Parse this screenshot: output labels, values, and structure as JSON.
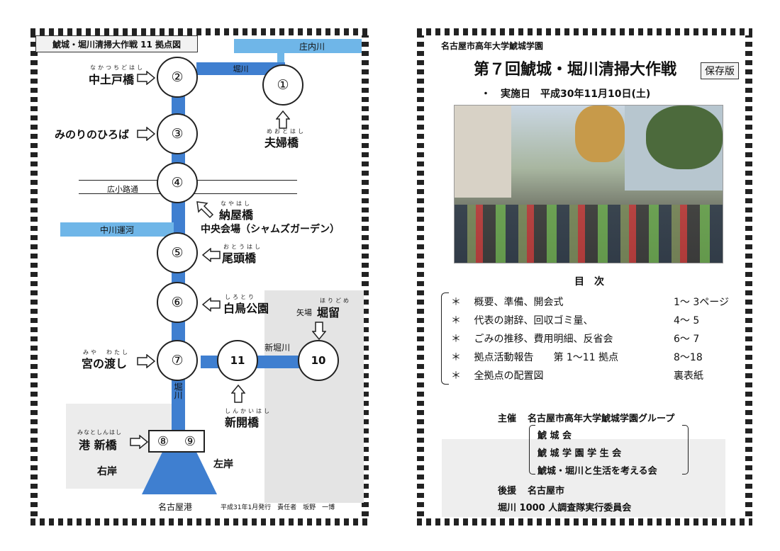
{
  "left": {
    "title": "鯱城・堀川清掃大作戦 11 拠点図",
    "rivers": {
      "shonai": "庄内川",
      "nakagawa": "中川運河",
      "horikawa_top": "堀川",
      "horikawa_vertical": "堀川",
      "shinhorikawa": "新堀川"
    },
    "roads": {
      "hirokoji": "広小路通"
    },
    "nodes": [
      "②",
      "①",
      "③",
      "④",
      "⑤",
      "⑥",
      "⑦",
      "11",
      "10",
      "⑧",
      "⑨"
    ],
    "places": {
      "nakadobashi": {
        "ruby": "なかつちどはし",
        "name": "中土戸橋"
      },
      "minori": {
        "name": "みのりのひろば"
      },
      "meoto": {
        "ruby": "めおとはし",
        "name": "夫婦橋"
      },
      "nayabashi": {
        "ruby": "なやはし",
        "name": "納屋橋"
      },
      "chuo": {
        "name": "中央会場（シャムズガーデン）"
      },
      "bitou": {
        "ruby": "おとうはし",
        "name": "尾頭橋"
      },
      "shiratori": {
        "ruby": "しろとり",
        "name": "白鳥公園"
      },
      "miya": {
        "ruby": "みや　わたし",
        "name": "宮の渡し"
      },
      "yaba": {
        "name": "矢場"
      },
      "horidome": {
        "ruby": "ほりどめ",
        "name": "堀留"
      },
      "shinkai": {
        "ruby": "しんかいはし",
        "name": "新開橋"
      },
      "minato": {
        "ruby": "みなとしんはし",
        "name": "港 新橋"
      },
      "ugan": {
        "name": "右岸"
      },
      "sagan": {
        "name": "左岸"
      },
      "port": {
        "name": "名古屋港"
      }
    },
    "footer": "平成31年1月発行　責任者　坂野　一博"
  },
  "right": {
    "org": "名古屋市高年大学鯱城学園",
    "title": "第７回鯱城・堀川清掃大作戦",
    "badge": "保存版",
    "date": "・　実施日　平成30年11月10日(土)",
    "toc_title": "目　次",
    "toc": [
      {
        "item": "概要、準備、開会式",
        "page": "1〜 3ページ"
      },
      {
        "item": "代表の謝辞、回収ゴミ量、",
        "page": "4〜 5"
      },
      {
        "item": "ごみの推移、費用明細、反省会",
        "page": "6〜 7"
      },
      {
        "item": "拠点活動報告　　第 1〜11 拠点",
        "page": "8〜18"
      },
      {
        "item": "全拠点の配置図",
        "page": "裏表紙"
      }
    ],
    "toc_mark": "＊",
    "sponsor_label": "主催",
    "sponsor": "名古屋市高年大学鯱城学園グループ",
    "groups": [
      "鯱 城 会",
      "鯱 城 学 園 学 生 会",
      "鯱城・堀川と生活を考える会"
    ],
    "support_label": "後援",
    "support": [
      "名古屋市",
      "堀川 1000 人調査隊実行委員会"
    ]
  },
  "colors": {
    "river": "#5b9bd5",
    "river_dark": "#3f7fd0",
    "river_light": "#6fb6e8"
  }
}
